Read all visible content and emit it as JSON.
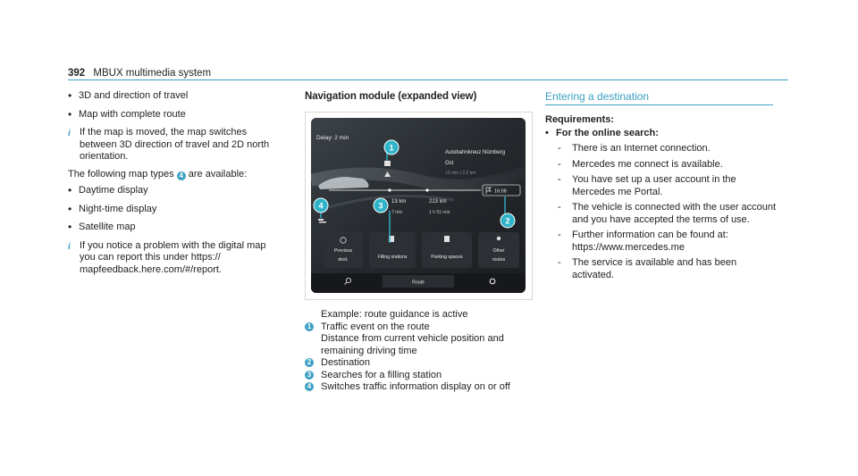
{
  "header": {
    "page_number": "392",
    "title": "MBUX multimedia system"
  },
  "col1": {
    "bullets_a": [
      "3D and direction of travel",
      "Map with complete route"
    ],
    "note1": "If the map is moved, the map switches between 3D direction of travel and 2D north orientation.",
    "intro_pre": "The following map types",
    "intro_marker": "4",
    "intro_post": "are available:",
    "bullets_b": [
      "Daytime display",
      "Night-time display",
      "Satellite map"
    ],
    "note2": "If you notice a problem with the digital map you can report this under https:// mapfeedback.here.com/#/report."
  },
  "col2": {
    "title": "Navigation module (expanded view)",
    "screen": {
      "delay": "Delay: 2 min",
      "destination_name": "Autobahnkreuz Nürnberg",
      "destination_sub": "Ost",
      "destination_info": "+2 min | 2.2 km",
      "dist1": "13 km",
      "time1": "7 min",
      "dist2": "213 km",
      "time2": "1 h 51 min",
      "clock": "16:08",
      "buttons": [
        "Previous dest.",
        "Filling stations",
        "Parking spaces",
        "Other routes"
      ],
      "btn1_line1": "Previous",
      "btn1_line2": "dest.",
      "btn4_line1": "Other",
      "btn4_line2": "routes",
      "bottom_tab": "Route",
      "callouts": [
        "1",
        "2",
        "3",
        "4"
      ]
    },
    "caption": {
      "example": "Example: route guidance is active",
      "items": [
        {
          "num": "1",
          "text": "Traffic event on the route"
        },
        {
          "num": "",
          "text": "Distance from current vehicle position and remaining driving time"
        },
        {
          "num": "2",
          "text": "Destination"
        },
        {
          "num": "3",
          "text": "Searches for a filling station"
        },
        {
          "num": "4",
          "text": "Switches traffic information display on or off"
        }
      ]
    }
  },
  "col3": {
    "title": "Entering a destination",
    "requirements": "Requirements:",
    "online_search": "For the online search:",
    "dashes": [
      "There is an Internet connection.",
      "Mercedes me connect is available.",
      "You have set up a user account in the Mercedes me Portal.",
      "The vehicle is connected with the user account and you have accepted the terms of use.",
      "Further information can be found at: https://www.mercedes.me",
      "The service is available and has been activated."
    ]
  },
  "colors": {
    "accent": "#3a9fc2",
    "callout": "#2fb3c9",
    "screen_bg": "#1a1c1f"
  },
  "icons": [
    "info-icon",
    "history-icon",
    "fuel-icon",
    "parking-icon",
    "routes-icon",
    "search-icon",
    "settings-icon",
    "flag-icon",
    "traffic-warning-icon",
    "traffic-layer-icon"
  ]
}
